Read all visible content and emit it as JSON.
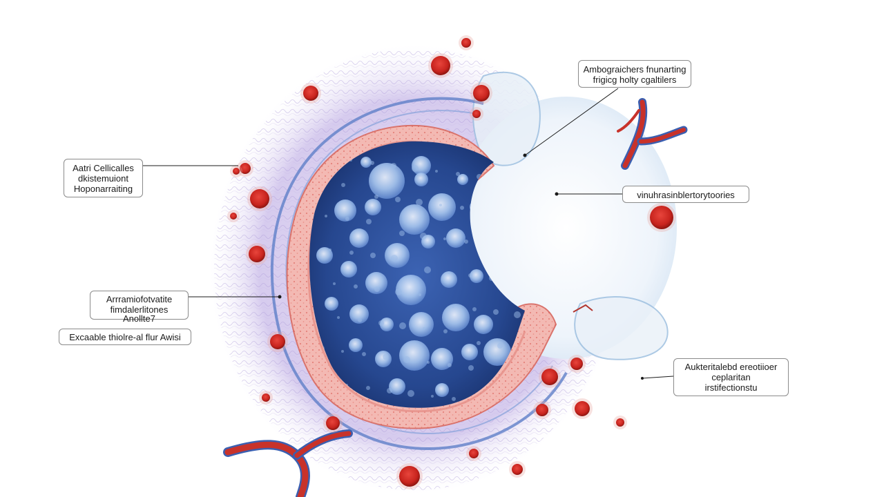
{
  "labels": {
    "top_right": {
      "lines": [
        "Ambograichers fnunarting",
        "frigicg holty cgaltilers"
      ]
    },
    "left_upper": {
      "lines": [
        "Aatri Cellicalles",
        "dkistemuiont",
        "Hoponarraiting"
      ]
    },
    "right_mid": {
      "lines": [
        "vinuhrasinblertorytoories"
      ]
    },
    "left_mid": {
      "lines": [
        "Arrramiofotvatite",
        "fimdalerlitones",
        "Anollte7"
      ]
    },
    "left_lower": {
      "lines": [
        "Excaable thiolre-al flur Awisi"
      ]
    },
    "right_lower": {
      "lines": [
        "Aukteritalebd ereotiioer",
        "ceplaritan",
        "irstifectionstu"
      ]
    }
  },
  "colors": {
    "lumen": "#2c4f9e",
    "mucosa": "#f3b9b3",
    "submucosa": "#cbbce6",
    "red_cells": "#c8241e",
    "vessel": "#c8322a",
    "leader": "#1a1a1a"
  }
}
